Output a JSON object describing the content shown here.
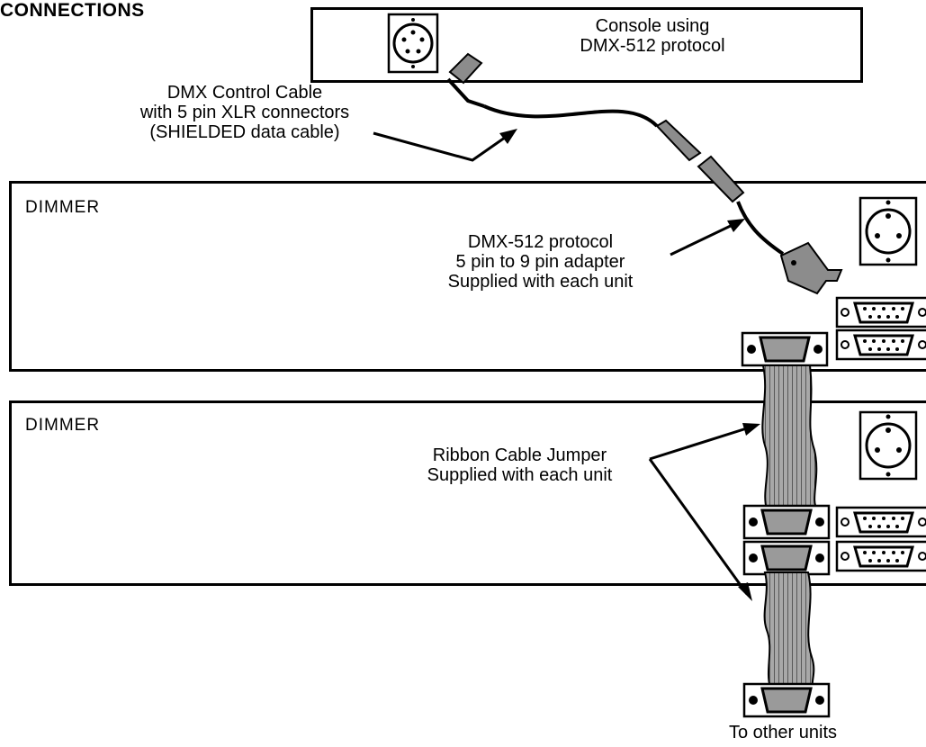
{
  "title": "CONNECTIONS",
  "console": {
    "line1": "Console using",
    "line2": "DMX-512 protocol"
  },
  "dmx_cable": {
    "line1": "DMX Control Cable",
    "line2": "with 5 pin XLR connectors",
    "line3": "(SHIELDED data cable)"
  },
  "dimmer1": {
    "label": "DIMMER"
  },
  "dimmer2": {
    "label": "DIMMER"
  },
  "adapter": {
    "line1": "DMX-512 protocol",
    "line2": "5 pin to 9 pin adapter",
    "line3": "Supplied with each unit"
  },
  "ribbon": {
    "line1": "Ribbon Cable Jumper",
    "line2": "Supplied with each unit"
  },
  "footer": {
    "label": "To other units"
  }
}
